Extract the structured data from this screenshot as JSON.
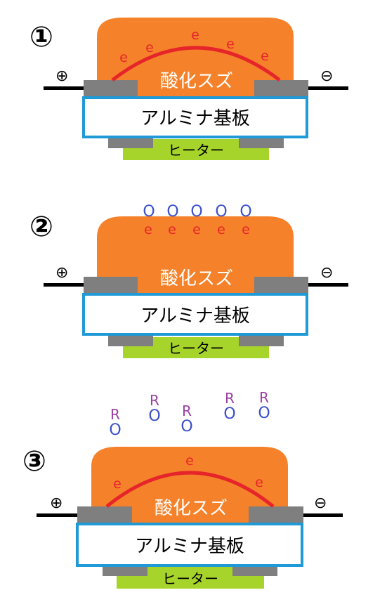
{
  "panels": [
    {
      "number": "①",
      "plus": "⊕",
      "minus": "⊖",
      "oxide_label": "酸化スズ",
      "substrate_label": "アルミナ基板",
      "heater_label": "ヒーター",
      "electrons": [
        "e",
        "e",
        "e",
        "e",
        "e"
      ]
    },
    {
      "number": "②",
      "plus": "⊕",
      "minus": "⊖",
      "oxide_label": "酸化スズ",
      "substrate_label": "アルミナ基板",
      "heater_label": "ヒーター",
      "oxygen": [
        "O",
        "O",
        "O",
        "O",
        "O"
      ],
      "electrons": [
        "e",
        "e",
        "e",
        "e",
        "e"
      ]
    },
    {
      "number": "③",
      "plus": "⊕",
      "minus": "⊖",
      "oxide_label": "酸化スズ",
      "substrate_label": "アルミナ基板",
      "heater_label": "ヒーター",
      "electrons": [
        "e",
        "e",
        "e"
      ],
      "molecules": [
        {
          "r": "R",
          "o": "O"
        },
        {
          "r": "R",
          "o": "O"
        },
        {
          "r": "R",
          "o": "O"
        },
        {
          "r": "R",
          "o": "O"
        },
        {
          "r": "R",
          "o": "O"
        }
      ]
    }
  ],
  "colors": {
    "oxide": "#f5822a",
    "electrode": "#7f7f7f",
    "substrate_border": "#1f9ad6",
    "heater": "#a6d42a",
    "electron": "#e6252a",
    "oxygen": "#3a4fc9",
    "reducing_gas": "#9b3fa3"
  }
}
